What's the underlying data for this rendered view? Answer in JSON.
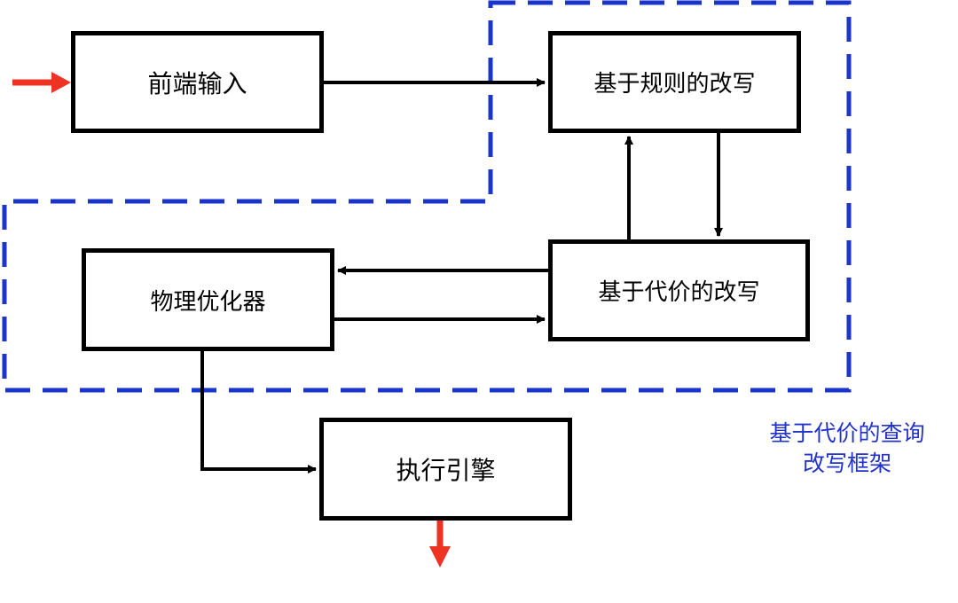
{
  "diagram": {
    "nodes": {
      "frontend_input": "前端输入",
      "rule_based_rewrite": "基于规则的改写",
      "cost_based_rewrite": "基于代价的改写",
      "physical_optimizer": "物理优化器",
      "execution_engine": "执行引擎"
    },
    "framework_label": {
      "line1": "基于代价的查询",
      "line2": "改写框架"
    },
    "edges": [
      {
        "from": "input",
        "to": "frontend_input",
        "kind": "entry"
      },
      {
        "from": "frontend_input",
        "to": "rule_based_rewrite"
      },
      {
        "from": "cost_based_rewrite",
        "to": "rule_based_rewrite"
      },
      {
        "from": "rule_based_rewrite",
        "to": "cost_based_rewrite"
      },
      {
        "from": "cost_based_rewrite",
        "to": "physical_optimizer"
      },
      {
        "from": "physical_optimizer",
        "to": "cost_based_rewrite"
      },
      {
        "from": "physical_optimizer",
        "to": "execution_engine"
      },
      {
        "from": "execution_engine",
        "to": "output",
        "kind": "exit"
      }
    ],
    "colors": {
      "box_border": "#000000",
      "arrow": "#000000",
      "entry_exit_arrow": "#ee3322",
      "framework_border": "#1a35cc",
      "framework_label": "#2233cc"
    }
  }
}
